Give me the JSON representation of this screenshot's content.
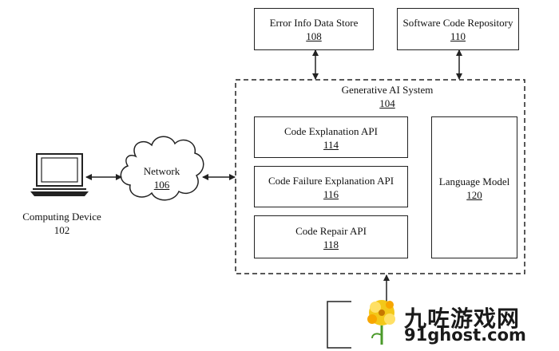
{
  "nodes": {
    "computing_device": {
      "label": "Computing Device",
      "ref": "102"
    },
    "network": {
      "label": "Network",
      "ref": "106"
    },
    "generative_ai_system": {
      "label": "Generative AI System",
      "ref": "104"
    },
    "error_info_data_store": {
      "label": "Error Info Data Store",
      "ref": "108"
    },
    "software_code_repository": {
      "label": "Software Code Repository",
      "ref": "110"
    },
    "code_explanation_api": {
      "label": "Code Explanation API",
      "ref": "114"
    },
    "code_failure_explanation_api": {
      "label": "Code Failure Explanation API",
      "ref": "116"
    },
    "code_repair_api": {
      "label": "Code Repair API",
      "ref": "118"
    },
    "language_model": {
      "label": "Language Model",
      "ref": "120"
    }
  },
  "watermark": {
    "title": "九咗游戏网",
    "site": "91ghost.com"
  },
  "colors": {
    "line": "#222222",
    "watermark_flower": "#f2c200"
  }
}
